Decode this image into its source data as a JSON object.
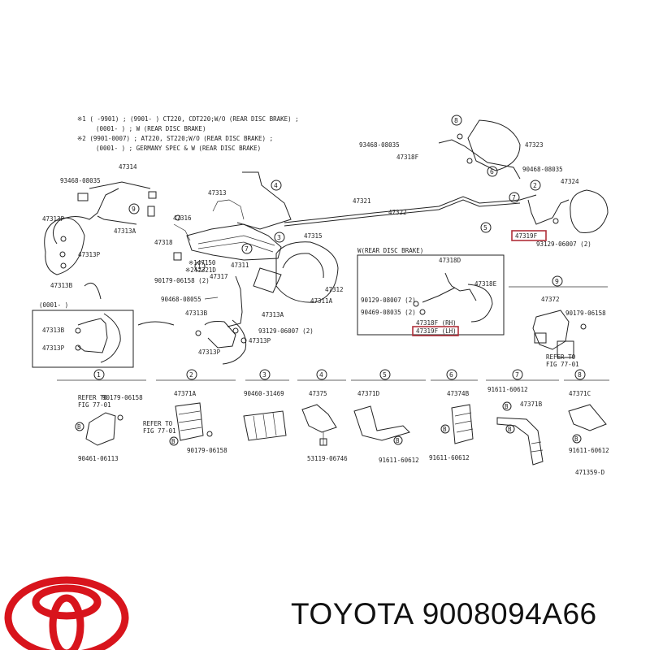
{
  "brand": {
    "name": "TOYOTA",
    "part_number": "9008094A66",
    "logo_color": "#d8141c"
  },
  "diagram": {
    "notes": [
      "※1  (    -9901)  ;  (9901-     )  CT220, CDT220;W/O (REAR DISC BRAKE) ;",
      "(0001-      )  ;  W (REAR DISC BRAKE)",
      "※2  (9901-0007)  ;  AT220, ST220;W/O (REAR DISC BRAKE) ;",
      "(0001-      )  ;  GERMANY SPEC & W (REAR DISC BRAKE)"
    ],
    "inset_range": "(0001-      )",
    "rear_disc_title": "W(REAR DISC BRAKE)",
    "figure_code": "471359-D",
    "highlight_color": "#b0303a",
    "labels": {
      "l47314": "47314",
      "l93468a": "93468-08035",
      "l47313pTL": "47313P",
      "l47313a": "47313A",
      "l47313pL": "47313P",
      "l47313bL": "47313B",
      "c9": "9",
      "l47316": "47316",
      "l47318": "47318",
      "l47313": "47313",
      "l4": "4",
      "l3": "3",
      "l47321": "47321",
      "l47315": "47315",
      "l47322": "47322",
      "l1": "1",
      "l7": "7",
      "l47313a2": "47313A",
      "l47321d": "※247321D",
      "l47317": "47317",
      "l47150": "※147150",
      "l90179a": "90179-06158 (2)",
      "l47311": "47311",
      "l90468m": "90468-08055",
      "l47312": "47312",
      "l47311a": "47311A",
      "l47313bM": "47313B",
      "l47313aM": "47313A",
      "l93129a": "93129-06007 (2)",
      "l47313pM": "47313P",
      "l47313pM2": "47313P",
      "l47313bI": "47313B",
      "l47313pI": "47313P",
      "l93468b": "93468-08035",
      "l47318f": "47318F",
      "l47323": "47323",
      "l6": "6",
      "l8": "8",
      "l90468b": "90468-08035",
      "l47324": "47324",
      "l5": "5",
      "l2": "2",
      "l47319f": "47319F",
      "l93129b": "93129-06007 (2)",
      "l47318d": "47318D",
      "l47318e": "47318E",
      "l90129": "90129-08007 (2)",
      "l90469": "90469-08035 (2)",
      "l47318fRH": "47318F (RH)",
      "l47319fLH": "47319F (LH)",
      "c9b": "9",
      "l47372": "47372",
      "l90179b": "90179-06158",
      "refer9a": "REFER TO",
      "refer9b": "FIG 77-01",
      "p1": "1",
      "p2": "2",
      "p3": "3",
      "p4": "4",
      "p5": "5",
      "p6": "6",
      "p7": "7",
      "p8": "8",
      "r1a": "REFER TO",
      "r1b": "FIG 77-01",
      "l90179c": "90179-06158",
      "b1": "B",
      "l90461": "90461-06113",
      "l47371a": "47371A",
      "r2a": "REFER TO",
      "r2b": "FIG 77-01",
      "b2": "B",
      "l90179d": "90179-06158",
      "l90460": "90460-31469",
      "l47375": "47375",
      "l53119": "53119-06746",
      "l47371d": "47371D",
      "b5": "B",
      "l91611a": "91611-60612",
      "l47374b": "47374B",
      "b6": "B",
      "l91611b": "91611-60612",
      "l91611c": "91611-60612",
      "b7a": "B",
      "l47371b": "47371B",
      "b7b": "B",
      "l47371c": "47371C",
      "b8": "B",
      "l91611d": "91611-60612"
    }
  }
}
